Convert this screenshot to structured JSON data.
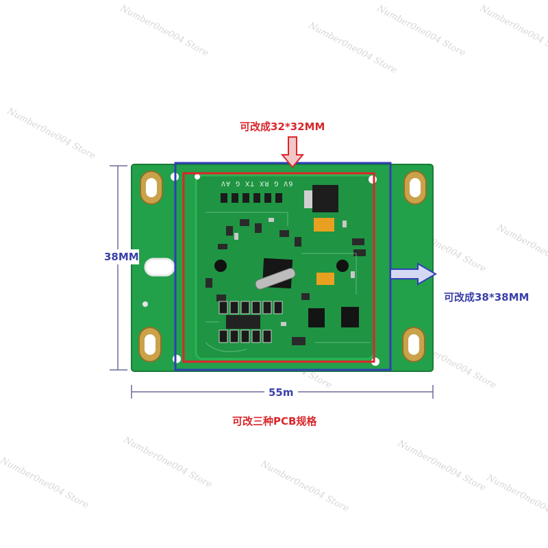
{
  "watermark": "Number0ne004 Store",
  "labels": {
    "top_red": "可改成32*32MM",
    "right_blue": "可改成38*38MM",
    "left_height": "38MM",
    "bottom_width": "55m",
    "bottom_red": "可改三种PCB规格"
  },
  "silkscreen": {
    "header_pins": "6V G RX TX G AV"
  },
  "colors": {
    "pcb_green": "#23a04a",
    "red_outline": "#e0242a",
    "blue_outline": "#2f3fb5",
    "dimension_line": "#6a6a9a"
  }
}
